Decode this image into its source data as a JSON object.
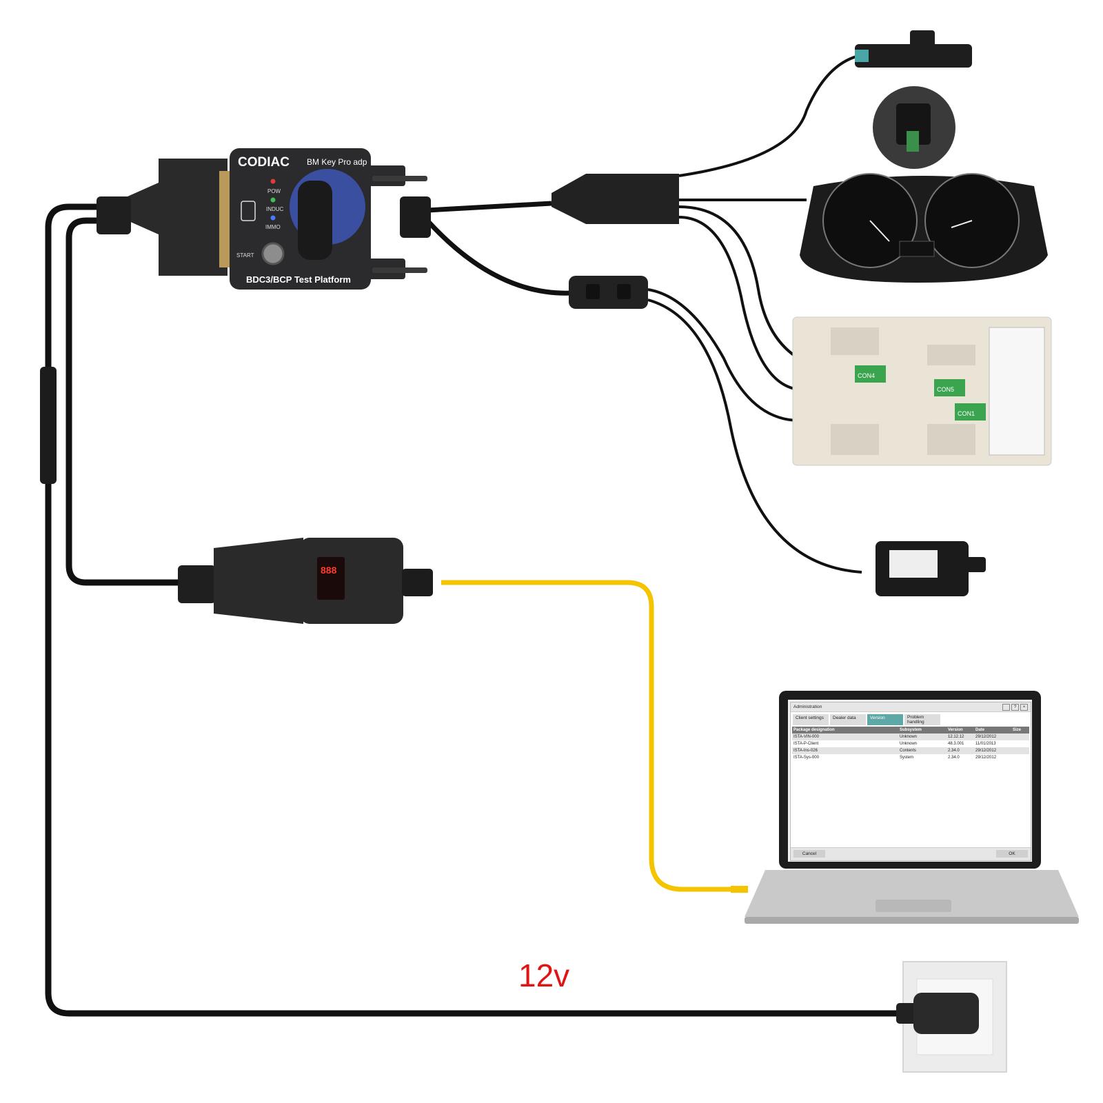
{
  "adapter": {
    "brand": "CODIAC",
    "model": "BM Key Pro adp",
    "platform": "BDC3/BCP Test Platform",
    "leds": [
      "POW",
      "INDUC",
      "IMMO"
    ],
    "button": "START"
  },
  "power_label": "12v",
  "laptop": {
    "window_title": "Administration",
    "tabs": [
      "Client settings",
      "Dealer data",
      "Version",
      "Problem handling"
    ],
    "active_tab": "Version",
    "table": {
      "headers": [
        "Package designation",
        "Subsystem",
        "Version",
        "Date",
        "Size"
      ],
      "rows": [
        [
          "ISTA-VIN-000",
          "Unknown",
          "12.12.12",
          "29/12/2012",
          ""
        ],
        [
          "ISTA-P-Client",
          "Unknown",
          "48.3.001",
          "11/01/2013",
          ""
        ],
        [
          "ISTA-Ins-026",
          "Contents",
          "2.34.0",
          "29/12/2012",
          ""
        ],
        [
          "ISTA-Sys-000",
          "System",
          "2.34.0",
          "29/12/2012",
          ""
        ]
      ]
    },
    "cancel_label": "Cancel",
    "ok_label": "OK"
  },
  "module_connectors": [
    "CON4",
    "CON5",
    "CON1"
  ],
  "colors": {
    "cable": "#111111",
    "usb_cable": "#f5c400",
    "power_text": "#e11414",
    "adapter_body": "#2b2b2e",
    "logo_disc": "#3a4fa0"
  }
}
